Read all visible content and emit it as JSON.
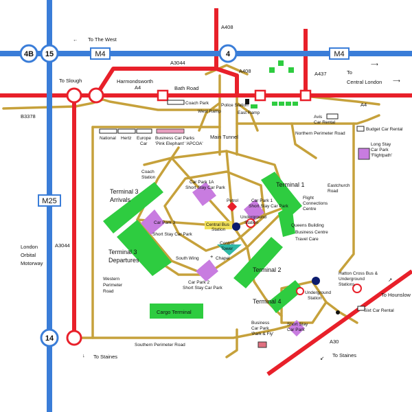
{
  "colors": {
    "motorway": "#3a7dd8",
    "a_road": "#e8202a",
    "airport_road": "#c6a13b",
    "terminal": "#2ecc40",
    "car_park": "#c87ce0",
    "petrol": "#e8202a",
    "control_tower": "#2fb8a6",
    "underground": "#0c1c6e",
    "rental_box": "#ffffff"
  },
  "motorways": {
    "m4_west": "M4",
    "m4_east": "M4",
    "m25": "M25",
    "junction_4b": "4B",
    "junction_15": "15",
    "junction_4": "4",
    "junction_14": "14"
  },
  "roads": {
    "a408_top": "A408",
    "a408_mid": "A408",
    "a3044_top": "A3044",
    "a3044_left": "A3044",
    "a437": "A437",
    "a4_left": "A4",
    "a4_right": "A4",
    "b3378": "B3378",
    "a30": "A30"
  },
  "directions": {
    "to_the_west": "To The West",
    "to_slough": "To Slough",
    "to_central_london_1": "To",
    "to_central_london_2": "Central London",
    "to_staines_bottom": "To Staines",
    "to_staines_right": "To Staines",
    "to_hounslow": "To Hounslow"
  },
  "places": {
    "harmondsworth": "Harmondsworth",
    "bath_road": "Bath Road",
    "coach_park": "Coach Park",
    "police_station": "Police Station",
    "west_ramp": "West Ramp",
    "east_ramp": "East Ramp",
    "main_tunnel": "Main Tunnel",
    "national": "National",
    "hertz": "Hertz",
    "europe_car_1": "Europe",
    "europe_car_2": "Car",
    "business_car_parks_1": "Business Car Parks",
    "business_car_parks_2": "'Pink Elephant' 'APCOA'",
    "avis_1": "Avis",
    "avis_2": "Car Rental",
    "budget": "Budget Car Rental",
    "northern_perimeter": "Northern Perimeter Road",
    "long_stay_1": "Long Stay",
    "long_stay_2": "Car Park",
    "long_stay_3": "'Flightpath'",
    "eastchurch_1": "Eastchurch",
    "eastchurch_2": "Road",
    "london_orbital_1": "London",
    "london_orbital_2": "Orbital",
    "london_orbital_3": "Motorway",
    "coach_station_1": "Coach",
    "coach_station_2": "Station",
    "car_park_1a_1": "Car Park 1A",
    "car_park_1a_2": "Short Stay Car Park",
    "terminal_1": "Terminal 1",
    "petrol": "Petrol",
    "car_park_1_1": "Car Park 1",
    "car_park_1_2": "Short Stay Car Park",
    "flight_connections_1": "Flight",
    "flight_connections_2": "Connections",
    "flight_connections_3": "Centre",
    "terminal_3_arrivals_1": "Terminal 3",
    "terminal_3_arrivals_2": "Arrivals",
    "car_park_3_1": "Car Park 3",
    "car_park_3_2": "Short Stay Car Park",
    "central_bus_1": "Central Bus",
    "central_bus_2": "Station",
    "underground_1": "Underground",
    "underground_2": "Station",
    "queens_building_1": "Queens Building",
    "queens_building_2": "Business Centre",
    "queens_building_3": "Travel Care",
    "terminal_3_departures_1": "Terminal 3",
    "terminal_3_departures_2": "Departures",
    "south_wing": "South Wing",
    "control_tower_1": "Control",
    "control_tower_2": "Tower",
    "chapel": "Chapel",
    "western_perimeter_1": "Western",
    "western_perimeter_2": "Perimeter",
    "western_perimeter_3": "Road",
    "car_park_2_1": "Car Park 2",
    "car_park_2_2": "Short Stay Car Park",
    "terminal_2": "Terminal 2",
    "hatton_cross_1": "Hatton Cross Bus &",
    "hatton_cross_2": "Underground",
    "hatton_cross_3": "Stations",
    "terminal_4": "Terminal 4",
    "underground_t4_1": "Underground",
    "underground_t4_2": "Station",
    "cargo_terminal": "Cargo Terminal",
    "business_car_park_pf_1": "Business",
    "business_car_park_pf_2": "Car Park",
    "business_car_park_pf_3": "'Park & Fly'",
    "short_stay_t4_1": "Short Stay",
    "short_stay_t4_2": "Car Park",
    "sixt": "Sixt Car Rental",
    "southern_perimeter": "Southern Perimeter Road"
  }
}
